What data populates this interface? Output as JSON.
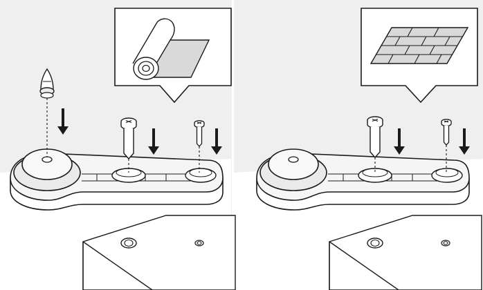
{
  "colors": {
    "background": "#ffffff",
    "panel_fill": "#efefef",
    "stroke": "#1a1a1a",
    "shade": "#d9d9d9",
    "paper": "#ffffff"
  },
  "panels": [
    {
      "id": "left",
      "callout_icon": "paper-roll-icon",
      "parts": [
        "bumper-cone",
        "large-screw",
        "small-screw",
        "wheel-plate"
      ]
    },
    {
      "id": "right",
      "callout_icon": "floor-planks-icon",
      "parts": [
        "large-screw",
        "small-screw",
        "wheel-plate"
      ]
    }
  ]
}
